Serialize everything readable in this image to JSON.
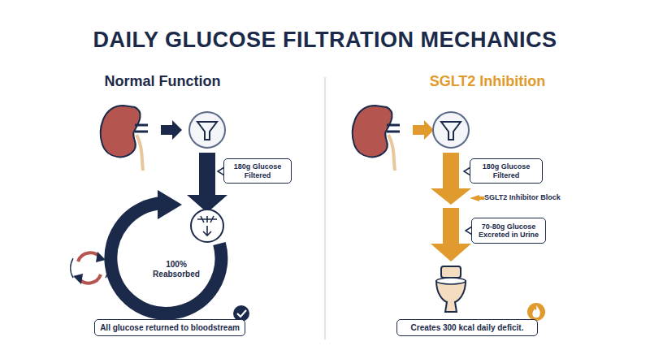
{
  "diagram": {
    "title": "DAILY GLUCOSE FILTRATION MECHANICS",
    "nodes": [
      {
        "text": [
          "180g Glucose Filtered"
        ]
      },
      {
        "text": [
          "All glucose returned to bloodstream"
        ]
      },
      {
        "text": [
          "180g Glucose Filtered"
        ]
      },
      {
        "text": [
          "70-80g Glucose Excreted in Urine"
        ]
      },
      {
        "text": [
          "Creates 300 kcal daily deficit."
        ]
      }
    ],
    "labels": [
      "Normal Function",
      "SGLT2 Inhibition",
      "100% Reabsorbed",
      "SGLT2 Inhibitor Block"
    ]
  }
}
